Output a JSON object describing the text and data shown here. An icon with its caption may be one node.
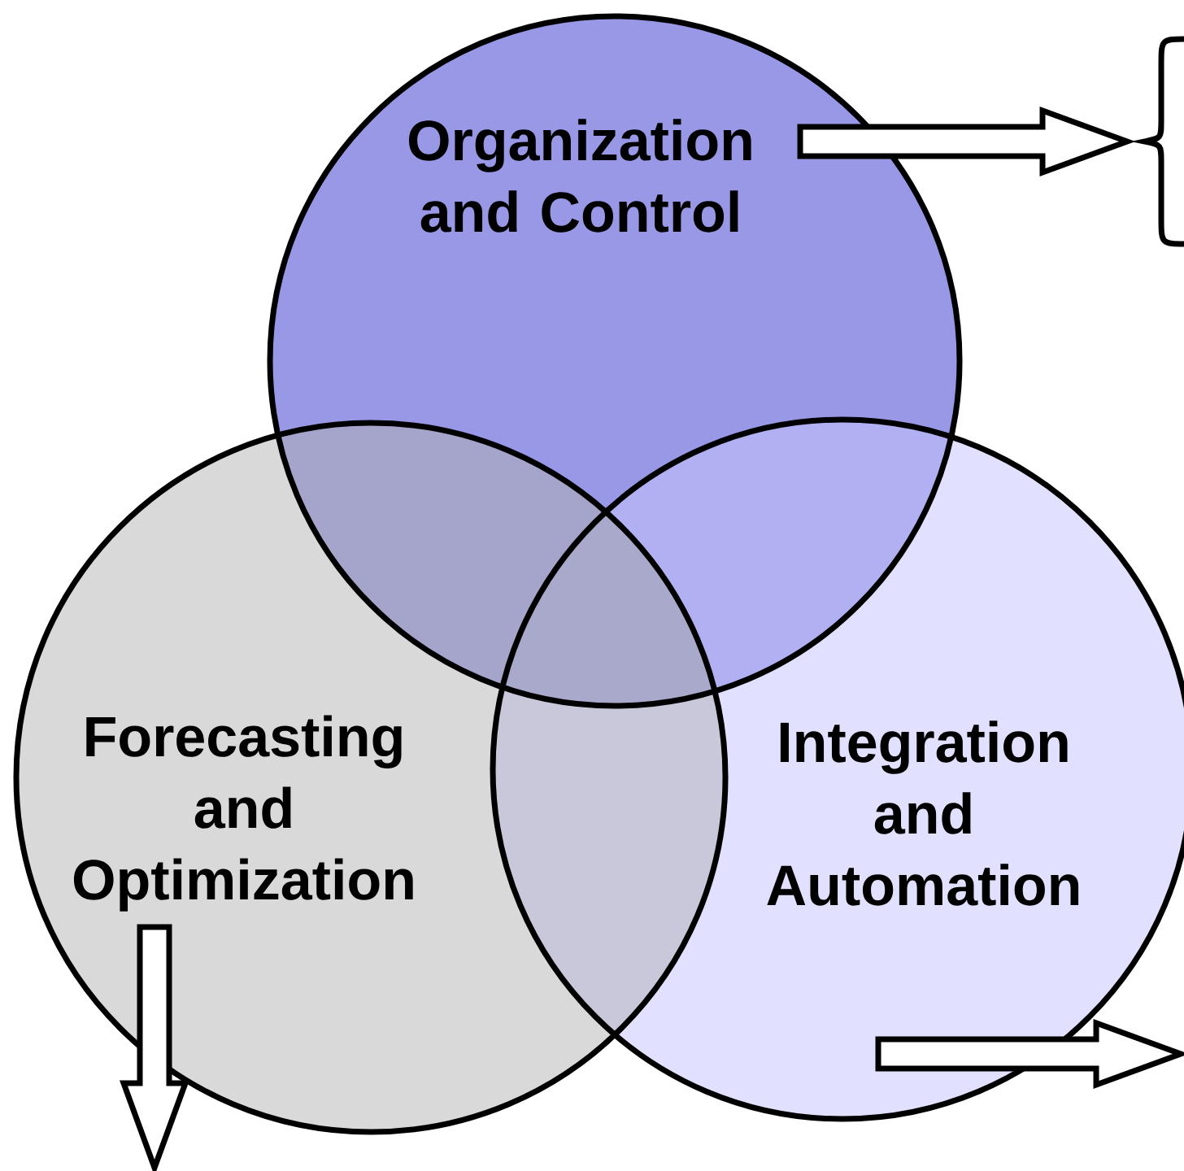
{
  "diagram": {
    "nodes": [
      {
        "text": [
          "Organization and Control"
        ]
      },
      {
        "text": [
          "Forecasting and Optimization"
        ]
      },
      {
        "text": [
          "Integration and Automation"
        ]
      }
    ],
    "edges": [
      {
        "from": 0,
        "to": null,
        "arrow": "to"
      },
      {
        "from": 1,
        "to": null,
        "arrow": "to"
      },
      {
        "from": 2,
        "to": null,
        "arrow": "to"
      }
    ]
  }
}
